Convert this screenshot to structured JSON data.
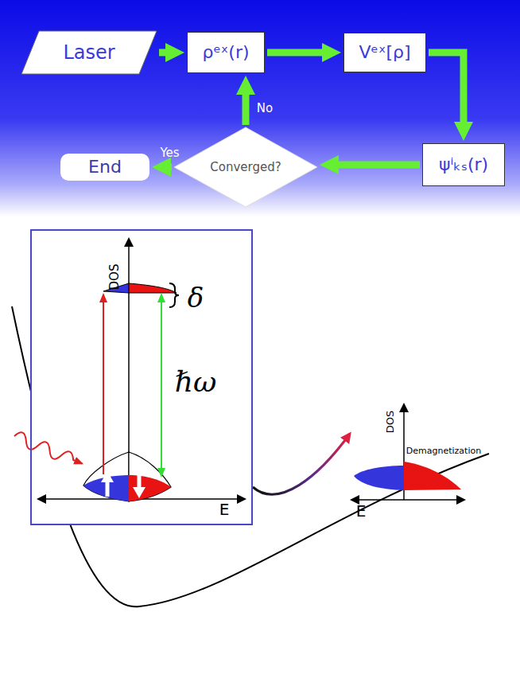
{
  "diagram": {
    "nodes": [
      {
        "text": [
          "Laser"
        ]
      },
      {
        "text": [
          "ρᵉˣ(r)"
        ]
      },
      {
        "text": [
          "Vᵉˣ[ρ]"
        ]
      },
      {
        "text": [
          "ψⁱₖₛ(r)"
        ]
      },
      {
        "text": [
          "Converged?"
        ]
      },
      {
        "text": [
          "End"
        ]
      },
      {
        "text": [
          "DOS",
          "δ",
          "ℏω",
          "E"
        ]
      }
    ],
    "edges": [
      {
        "from": 0,
        "to": 1,
        "arrow": "to"
      },
      {
        "from": 1,
        "to": 2,
        "arrow": "to"
      },
      {
        "from": 2,
        "to": 3,
        "arrow": "to"
      },
      {
        "from": 3,
        "to": 4,
        "arrow": "to"
      },
      {
        "from": 4,
        "to": 5,
        "label": "Yes",
        "arrow": "to"
      },
      {
        "from": 4,
        "to": 1,
        "label": "No",
        "arrow": "to"
      }
    ],
    "labels": [
      "DOS",
      "Demagnetization",
      "E"
    ]
  }
}
